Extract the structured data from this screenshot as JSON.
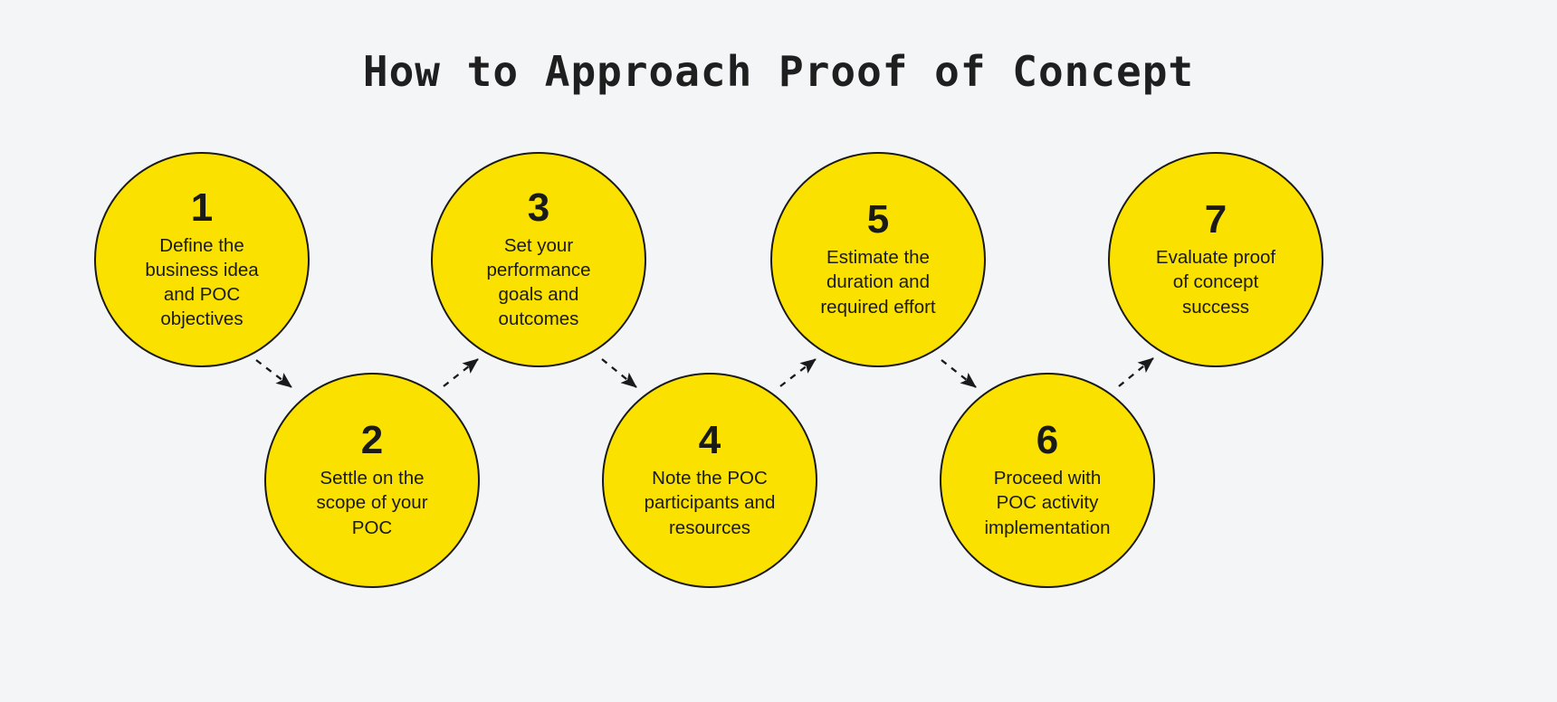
{
  "title": "How to Approach Proof of Concept",
  "colors": {
    "background": "#f4f5f7",
    "circle_fill": "#fae100",
    "outline": "#1a1a1a",
    "text": "#1a1a1a",
    "arrow": "#1a1a1a"
  },
  "chart_data": {
    "type": "diagram",
    "title": "How to Approach Proof of Concept",
    "layout": "zigzag-flow",
    "step_count": 7,
    "steps": [
      {
        "number": "1",
        "text": "Define the\nbusiness idea\nand POC\nobjectives",
        "row": "top"
      },
      {
        "number": "2",
        "text": "Settle on the\nscope of your\nPOC",
        "row": "bottom"
      },
      {
        "number": "3",
        "text": "Set your\nperformance\ngoals and\noutcomes",
        "row": "top"
      },
      {
        "number": "4",
        "text": "Note the POC\nparticipants and\nresources",
        "row": "bottom"
      },
      {
        "number": "5",
        "text": "Estimate the\nduration and\nrequired effort",
        "row": "top"
      },
      {
        "number": "6",
        "text": "Proceed with\nPOC activity\nimplementation",
        "row": "bottom"
      },
      {
        "number": "7",
        "text": "Evaluate proof\nof concept\nsuccess",
        "row": "top"
      }
    ],
    "connectors": [
      {
        "from": "1",
        "to": "2",
        "style": "dashed",
        "head": "solid-triangle",
        "direction": "down-right"
      },
      {
        "from": "2",
        "to": "3",
        "style": "dashed",
        "head": "solid-triangle",
        "direction": "up-right"
      },
      {
        "from": "3",
        "to": "4",
        "style": "dashed",
        "head": "solid-triangle",
        "direction": "down-right"
      },
      {
        "from": "4",
        "to": "5",
        "style": "dashed",
        "head": "solid-triangle",
        "direction": "up-right"
      },
      {
        "from": "5",
        "to": "6",
        "style": "dashed",
        "head": "solid-triangle",
        "direction": "down-right"
      },
      {
        "from": "6",
        "to": "7",
        "style": "dashed",
        "head": "solid-triangle",
        "direction": "up-right"
      }
    ]
  }
}
